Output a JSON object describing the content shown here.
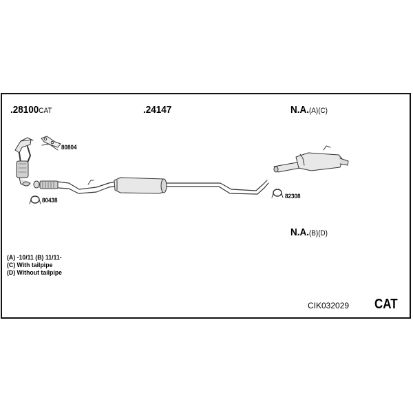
{
  "parts": [
    {
      "id": "28100",
      "suffix": "CAT"
    },
    {
      "id": "24147",
      "suffix": ""
    },
    {
      "id": "N.A.",
      "suffix": "(A)(C)"
    },
    {
      "id": "N.A.",
      "suffix": "(B)(D)"
    }
  ],
  "hardware": [
    "80804",
    "80438",
    "82308"
  ],
  "notes": [
    "(A) -10/11 (B) 11/11-",
    "(C) With tailpipe",
    "(D) Without tailpipe"
  ],
  "kit_code": "CIK032029",
  "kit_type": "CAT"
}
